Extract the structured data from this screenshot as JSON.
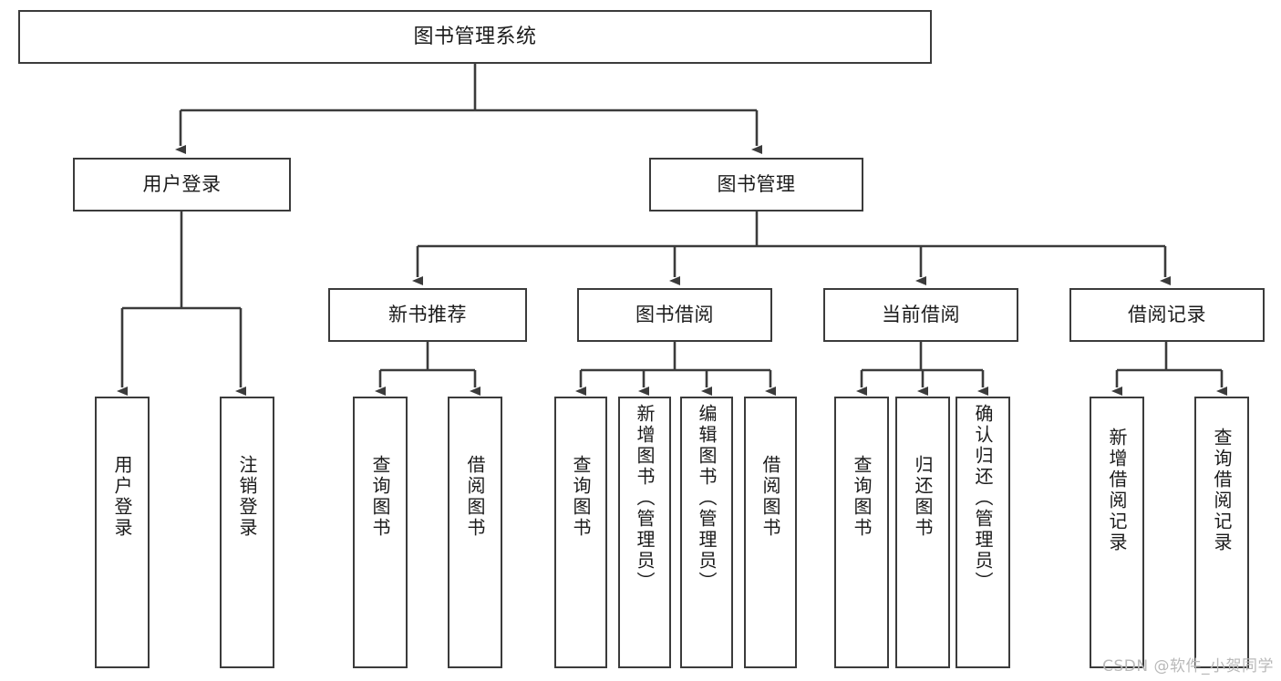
{
  "diagram": {
    "title": "图书管理系统",
    "type": "功能结构图",
    "watermark": "CSDN @软件_小贺同学",
    "colors": {
      "stroke": "#3b3b3b",
      "fill": "#ffffff",
      "text": "#1b1b1b",
      "watermark": "#b9b9b9"
    },
    "nodes": {
      "root": {
        "label": "图书管理系统"
      },
      "level1": [
        {
          "id": "user-login",
          "label": "用户登录"
        },
        {
          "id": "book-manage",
          "label": "图书管理"
        }
      ],
      "level2": [
        {
          "id": "new-book-recommend",
          "label": "新书推荐"
        },
        {
          "id": "book-borrow",
          "label": "图书借阅"
        },
        {
          "id": "current-borrow",
          "label": "当前借阅"
        },
        {
          "id": "borrow-record",
          "label": "借阅记录"
        }
      ],
      "leaves": {
        "user-login": [
          {
            "id": "leaf-user-login",
            "label": "用户登录"
          },
          {
            "id": "leaf-user-logout",
            "label": "注销登录"
          }
        ],
        "new-book-recommend": [
          {
            "id": "leaf-query-book-1",
            "label": "查询图书"
          },
          {
            "id": "leaf-borrow-book-1",
            "label": "借阅图书"
          }
        ],
        "book-borrow": [
          {
            "id": "leaf-query-book-2",
            "label": "查询图书"
          },
          {
            "id": "leaf-add-book",
            "label": "新增图书（管理员）"
          },
          {
            "id": "leaf-edit-book",
            "label": "编辑图书（管理员）"
          },
          {
            "id": "leaf-borrow-book-2",
            "label": "借阅图书"
          }
        ],
        "current-borrow": [
          {
            "id": "leaf-query-book-3",
            "label": "查询图书"
          },
          {
            "id": "leaf-return-book",
            "label": "归还图书"
          },
          {
            "id": "leaf-confirm-return",
            "label": "确认归还（管理员）"
          }
        ],
        "borrow-record": [
          {
            "id": "leaf-add-record",
            "label": "新增借阅记录"
          },
          {
            "id": "leaf-query-record",
            "label": "查询借阅记录"
          }
        ]
      }
    }
  }
}
